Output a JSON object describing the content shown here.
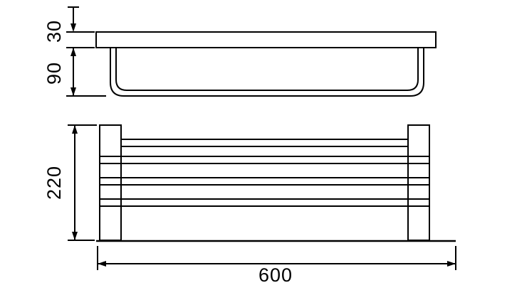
{
  "drawing": {
    "type": "technical-dimension-drawing",
    "subject": "towel rack shelf (side profile view and front view)",
    "line_color": "#000000",
    "background_color": "#ffffff",
    "dimensions": {
      "shelf_thickness": "30",
      "bar_drop": "90",
      "rack_height": "220",
      "rack_width": "600"
    }
  }
}
